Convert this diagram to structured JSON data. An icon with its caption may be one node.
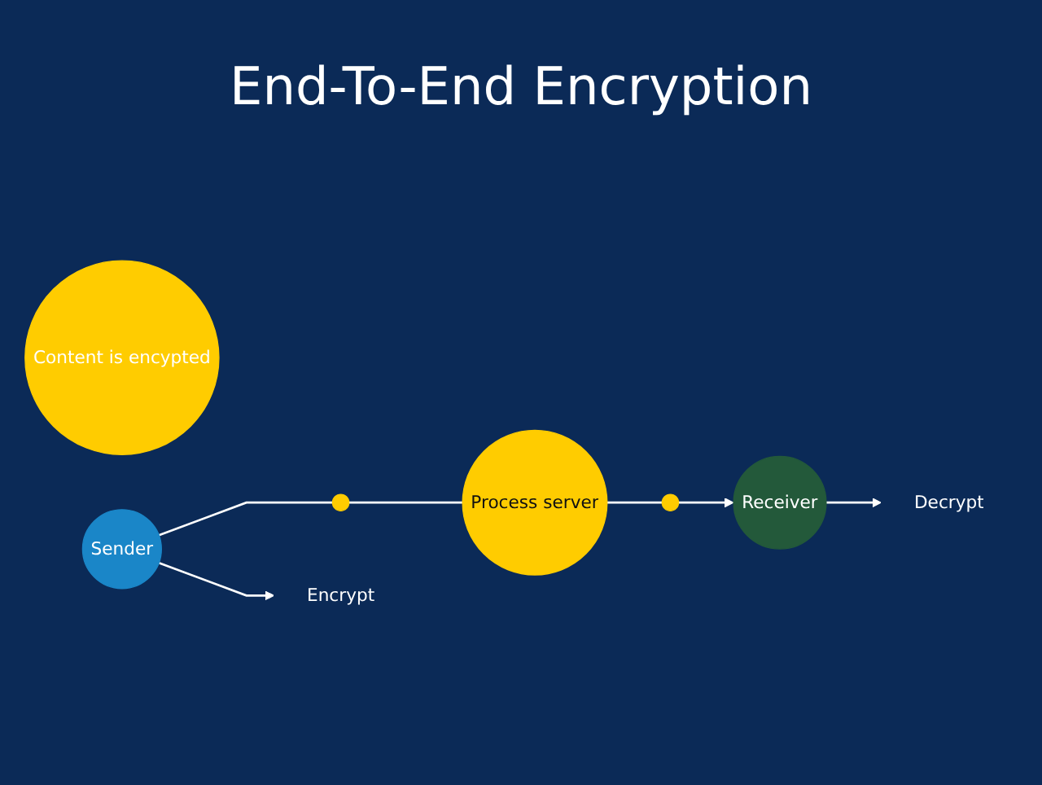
{
  "diagram": {
    "title": "End-To-End Encryption",
    "nodes": [
      {
        "text": [
          "Content is encypted"
        ]
      },
      {
        "text": [
          "Sender"
        ]
      },
      {
        "text": [],
        "shape": "circle"
      },
      {
        "text": [
          "Process server"
        ]
      },
      {
        "text": [],
        "shape": "circle"
      },
      {
        "text": [
          "Receiver"
        ]
      },
      {
        "text": [
          "Encrypt"
        ]
      },
      {
        "text": [
          "Decrypt"
        ]
      }
    ],
    "edges": [
      {
        "from": 1,
        "to": 2,
        "arrow": "none"
      },
      {
        "from": 2,
        "to": 3,
        "arrow": "none"
      },
      {
        "from": 3,
        "to": 4,
        "arrow": "none"
      },
      {
        "from": 4,
        "to": 5,
        "arrow": "to"
      },
      {
        "from": 1,
        "to": 6,
        "arrow": "to"
      },
      {
        "from": 5,
        "to": 7,
        "arrow": "to"
      }
    ]
  }
}
